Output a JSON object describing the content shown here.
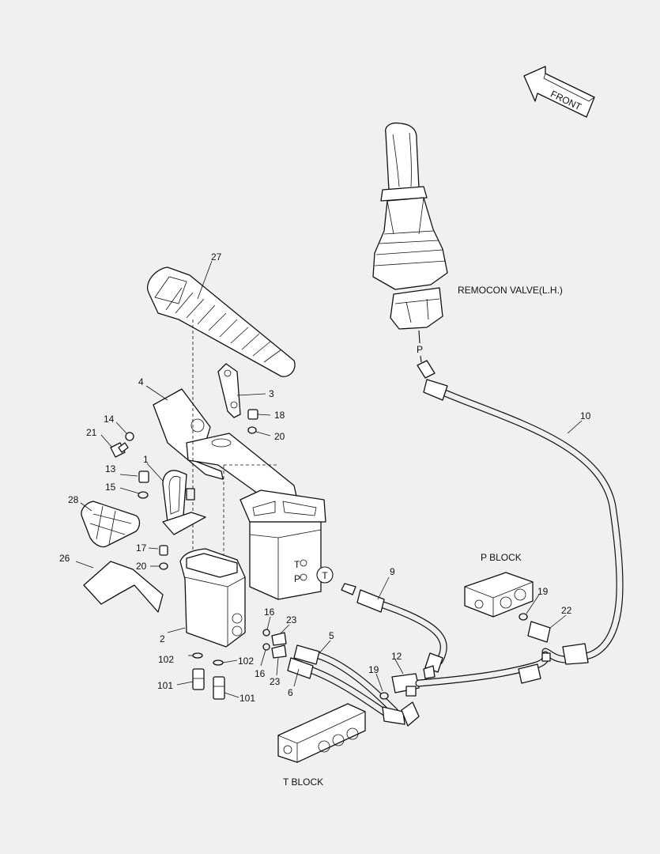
{
  "labels": {
    "front": "FRONT",
    "remocon_valve": "REMOCON VALVE(L.H.)",
    "port_p": "P",
    "port_t": "T",
    "p_block": "P BLOCK",
    "t_block": "T BLOCK",
    "valve_t": "T",
    "valve_p": "P"
  },
  "callouts": {
    "c27": "27",
    "c4": "4",
    "c3": "3",
    "c14": "14",
    "c21": "21",
    "c18": "18",
    "c20a": "20",
    "c1": "1",
    "c13": "13",
    "c15": "15",
    "c28": "28",
    "c17": "17",
    "c20b": "20",
    "c26": "26",
    "c2": "2",
    "c9": "9",
    "c10": "10",
    "c16a": "16",
    "c23a": "23",
    "c5": "5",
    "c12": "12",
    "c19a": "19",
    "c22": "22",
    "c19b": "19",
    "c102a": "102",
    "c102b": "102",
    "c16b": "16",
    "c23b": "23",
    "c6": "6",
    "c101a": "101",
    "c101b": "101"
  }
}
